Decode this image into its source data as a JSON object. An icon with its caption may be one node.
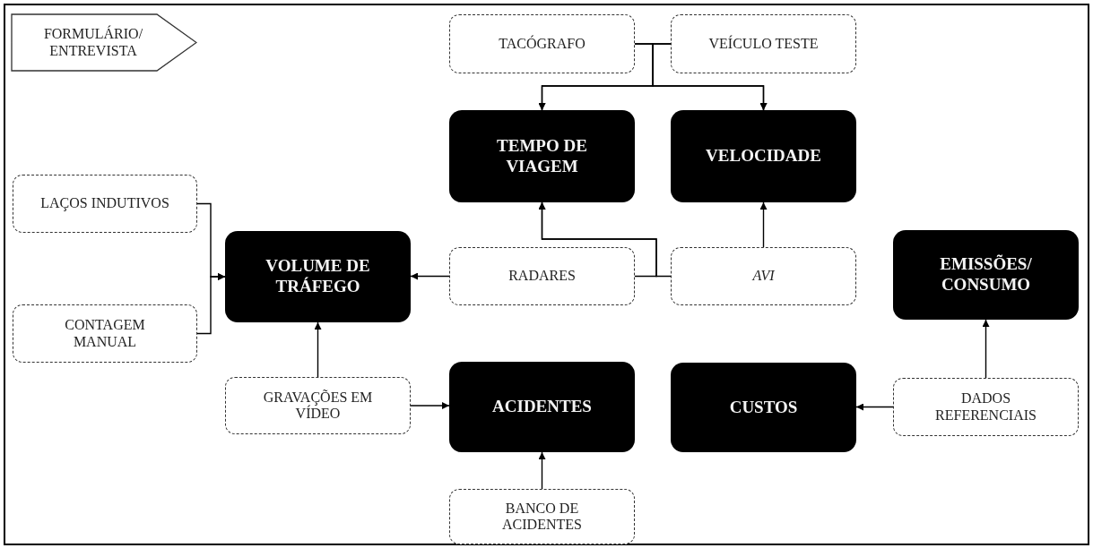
{
  "diagram": {
    "nodes": [
      {
        "text": [
          "FORMULÁRIO/ ENTREVISTA"
        ]
      },
      {
        "text": [
          "TACÓGRAFO"
        ]
      },
      {
        "text": [
          "VEÍCULO TESTE"
        ]
      },
      {
        "text": [
          "TEMPO DE VIAGEM"
        ]
      },
      {
        "text": [
          "VELOCIDADE"
        ]
      },
      {
        "text": [
          "LAÇOS INDUTIVOS"
        ]
      },
      {
        "text": [
          "VOLUME DE TRÁFEGO"
        ]
      },
      {
        "text": [
          "RADARES"
        ]
      },
      {
        "text": [
          "AVI"
        ]
      },
      {
        "text": [
          "EMISSÕES/ CONSUMO"
        ]
      },
      {
        "text": [
          "CONTAGEM MANUAL"
        ]
      },
      {
        "text": [
          "GRAVAÇÕES EM VÍDEO"
        ]
      },
      {
        "text": [
          "ACIDENTES"
        ]
      },
      {
        "text": [
          "CUSTOS"
        ]
      },
      {
        "text": [
          "DADOS REFERENCIAIS"
        ]
      },
      {
        "text": [
          "BANCO DE ACIDENTES"
        ]
      }
    ],
    "edges": [
      {
        "from": 1,
        "to": 3,
        "arrow": "to"
      },
      {
        "from": 1,
        "to": 4,
        "arrow": "to"
      },
      {
        "from": 2,
        "to": 3,
        "arrow": "to"
      },
      {
        "from": 2,
        "to": 4,
        "arrow": "to"
      },
      {
        "from": 5,
        "to": 6,
        "arrow": "to"
      },
      {
        "from": 10,
        "to": 6,
        "arrow": "to"
      },
      {
        "from": 7,
        "to": 6,
        "arrow": "to"
      },
      {
        "from": 7,
        "to": 3,
        "arrow": "to"
      },
      {
        "from": 8,
        "to": 3,
        "arrow": "to"
      },
      {
        "from": 8,
        "to": 4,
        "arrow": "to"
      },
      {
        "from": 11,
        "to": 6,
        "arrow": "to"
      },
      {
        "from": 11,
        "to": 12,
        "arrow": "to"
      },
      {
        "from": 15,
        "to": 12,
        "arrow": "to"
      },
      {
        "from": 14,
        "to": 13,
        "arrow": "to"
      },
      {
        "from": 14,
        "to": 9,
        "arrow": "to"
      }
    ]
  }
}
